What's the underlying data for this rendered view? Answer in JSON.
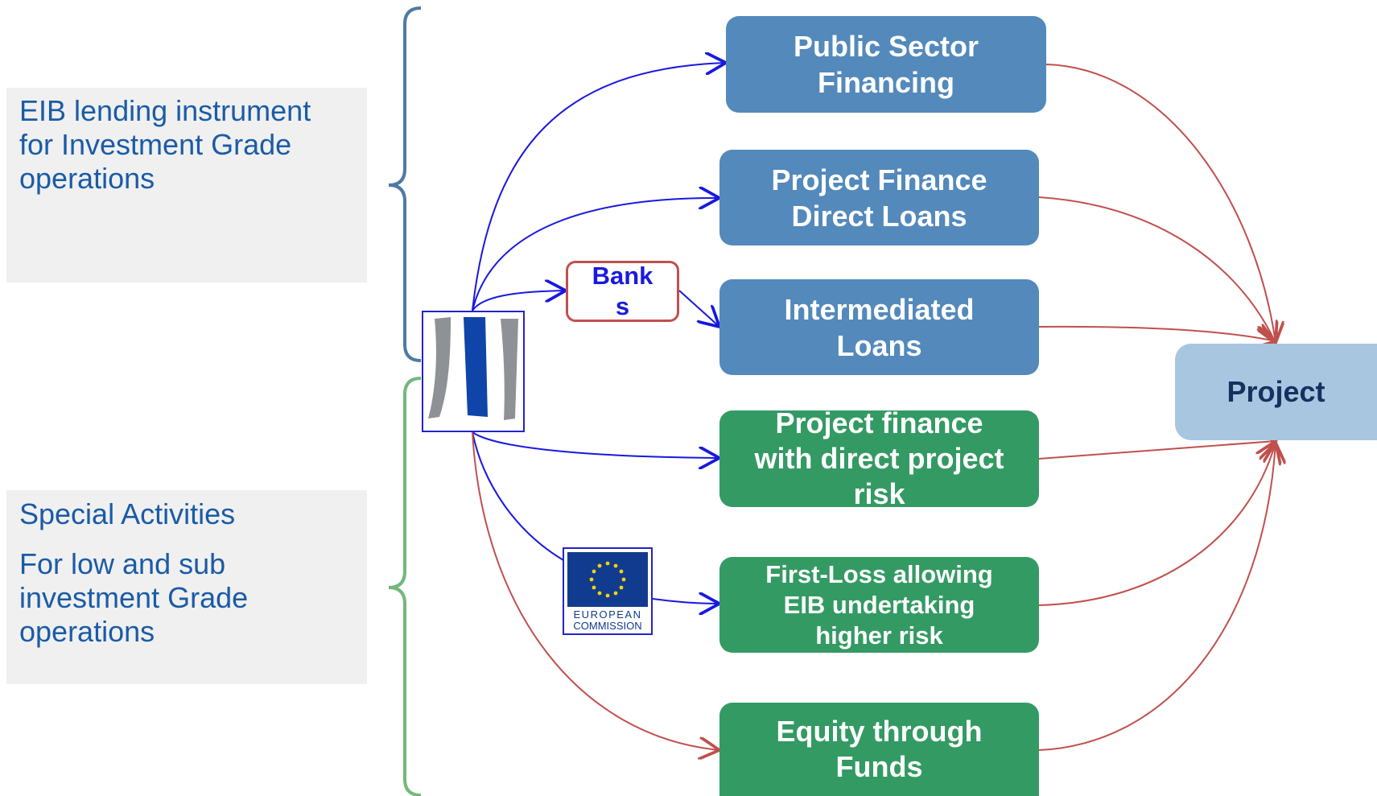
{
  "panels": {
    "investment_grade": {
      "lines": [
        "EIB lending instrument",
        "for Investment Grade",
        "operations"
      ]
    },
    "special_activities": {
      "title": "Special Activities",
      "lines": [
        "For low and sub",
        "investment Grade",
        "operations"
      ]
    }
  },
  "nodes": {
    "public_sector": [
      "Public Sector",
      "Financing"
    ],
    "project_finance_direct": [
      "Project Finance",
      "Direct Loans"
    ],
    "intermediated": [
      "Intermediated",
      "Loans"
    ],
    "project_finance_risk": [
      "Project finance",
      "with direct project",
      "risk"
    ],
    "first_loss": [
      "First-Loss allowing",
      "EIB undertaking",
      "higher risk"
    ],
    "equity": [
      "Equity through",
      "Funds"
    ],
    "project": "Project",
    "banks": [
      "Bank",
      "s"
    ]
  },
  "logos": {
    "eib": "eib-logo",
    "ec": {
      "line1": "EUROPEAN",
      "line2": "COMMISSION"
    }
  },
  "colors": {
    "blue_node": "#5389bb",
    "green_node": "#339a63",
    "project_node": "#a9c6e0",
    "brace_blue": "#4f7aa6",
    "brace_green": "#74b87a",
    "arrow_blue": "#1818e0",
    "arrow_red": "#c0504d"
  }
}
